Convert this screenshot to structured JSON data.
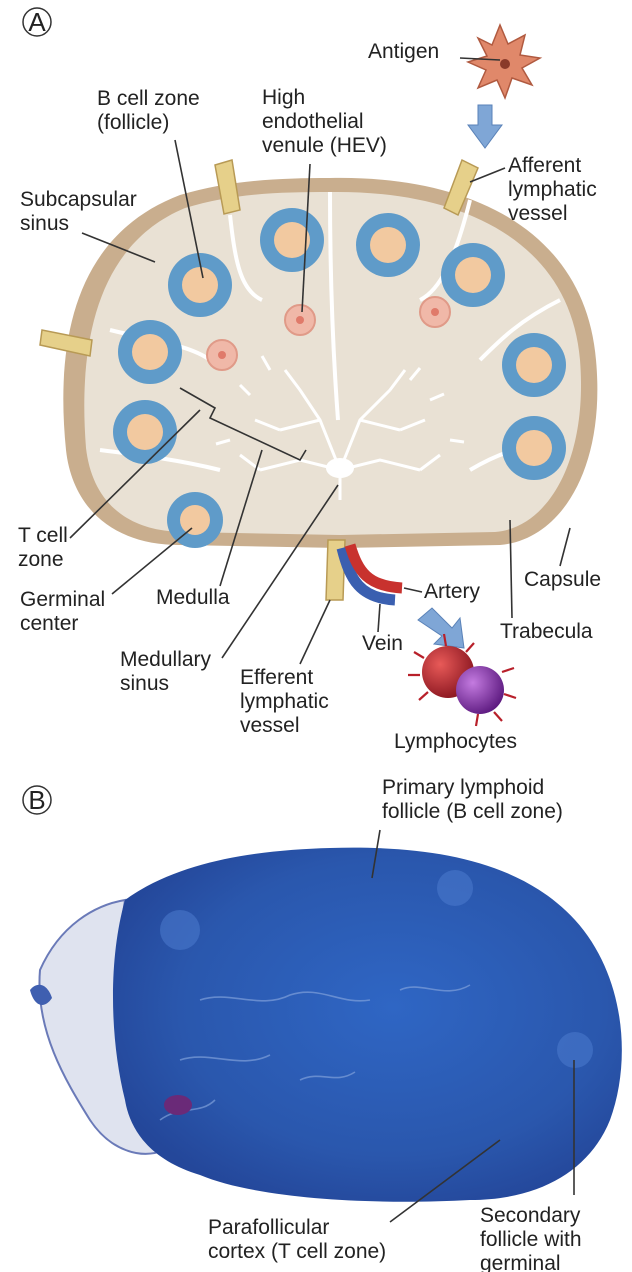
{
  "panelA": {
    "letter": "A",
    "labels": {
      "antigen": "Antigen",
      "b_cell_zone": [
        "B cell zone",
        "(follicle)"
      ],
      "hev": [
        "High",
        "endothelial",
        "venule (HEV)"
      ],
      "afferent": [
        "Afferent",
        "lymphatic",
        "vessel"
      ],
      "subcapsular": [
        "Subcapsular",
        "sinus"
      ],
      "t_cell_zone": [
        "T cell",
        "zone"
      ],
      "germinal_center": [
        "Germinal",
        "center"
      ],
      "medulla": "Medulla",
      "medullary_sinus": [
        "Medullary",
        "sinus"
      ],
      "efferent": [
        "Efferent",
        "lymphatic",
        "vessel"
      ],
      "artery": "Artery",
      "vein": "Vein",
      "capsule": "Capsule",
      "trabecula": "Trabecula",
      "lymphocytes": "Lymphocytes"
    }
  },
  "panelB": {
    "letter": "B",
    "labels": {
      "primary_follicle": [
        "Primary lymphoid",
        "follicle (B cell zone)"
      ],
      "parafollicular": [
        "Parafollicular",
        "cortex (T cell zone)"
      ],
      "secondary_follicle": [
        "Secondary",
        "follicle with",
        "germinal"
      ]
    }
  },
  "colors": {
    "capsule": "#c9ae8e",
    "interior": "#e9e1d4",
    "follicle_ring": "#5f9bc9",
    "follicle_core": "#f2c9a0",
    "hev": "#f0b8a8",
    "vessel": "#e6d08a",
    "tissue": "#2f5fb8",
    "artery": "#c8322e",
    "vein": "#3a5fb0",
    "lymphocyte_red": "#b8202a",
    "lymphocyte_purple": "#7a2a9a",
    "arrow": "#7fa6d6"
  }
}
